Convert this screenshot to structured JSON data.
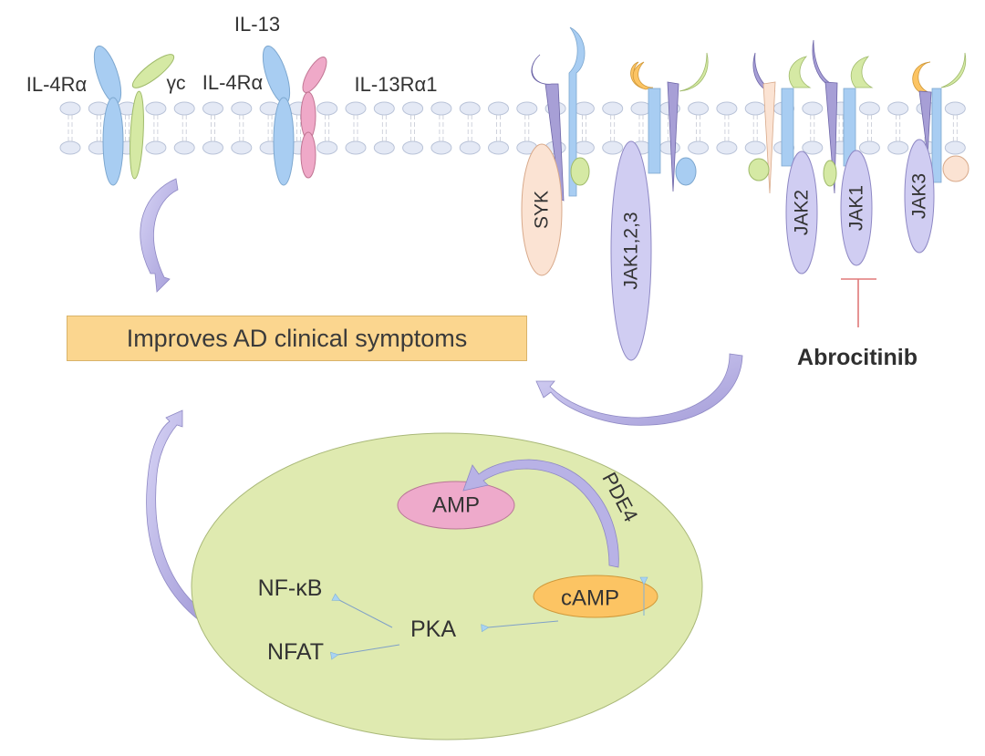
{
  "diagram": {
    "title": "Abrocitinib mechanism in atopic dermatitis",
    "receptor_labels": {
      "il13": "IL-13",
      "il4ra_left": "IL-4Rα",
      "gamma_c": "γc",
      "il4ra_right": "IL-4Rα",
      "il13ra1": "IL-13Rα1"
    },
    "kinases": {
      "syk": "SYK",
      "jak123": "JAK1,2,3",
      "jak2": "JAK2",
      "jak1": "JAK1",
      "jak3": "JAK3"
    },
    "drug": "Abrocitinib",
    "outcome": "Improves AD clinical symptoms",
    "cell": {
      "amp": "AMP",
      "pde4": "PDE4",
      "camp": "cAMP",
      "pka": "PKA",
      "nfkb": "NF-κB",
      "nfat": "NFAT"
    },
    "colors": {
      "membrane": "#e4e9f5",
      "receptor_blue": "#a8cdf2",
      "receptor_green": "#d5e9a4",
      "receptor_pink": "#efa9c8",
      "receptor_purple": "#a79fd6",
      "jak": "#d0cdf2",
      "syk": "#fbe3d3",
      "cell": "#dfeab0",
      "outcome_box": "#fbd68f",
      "camp": "#fcc463",
      "amp": "#eeaacb",
      "inhibit": "#e07a7a",
      "arrow": "#aaa3dc"
    }
  }
}
